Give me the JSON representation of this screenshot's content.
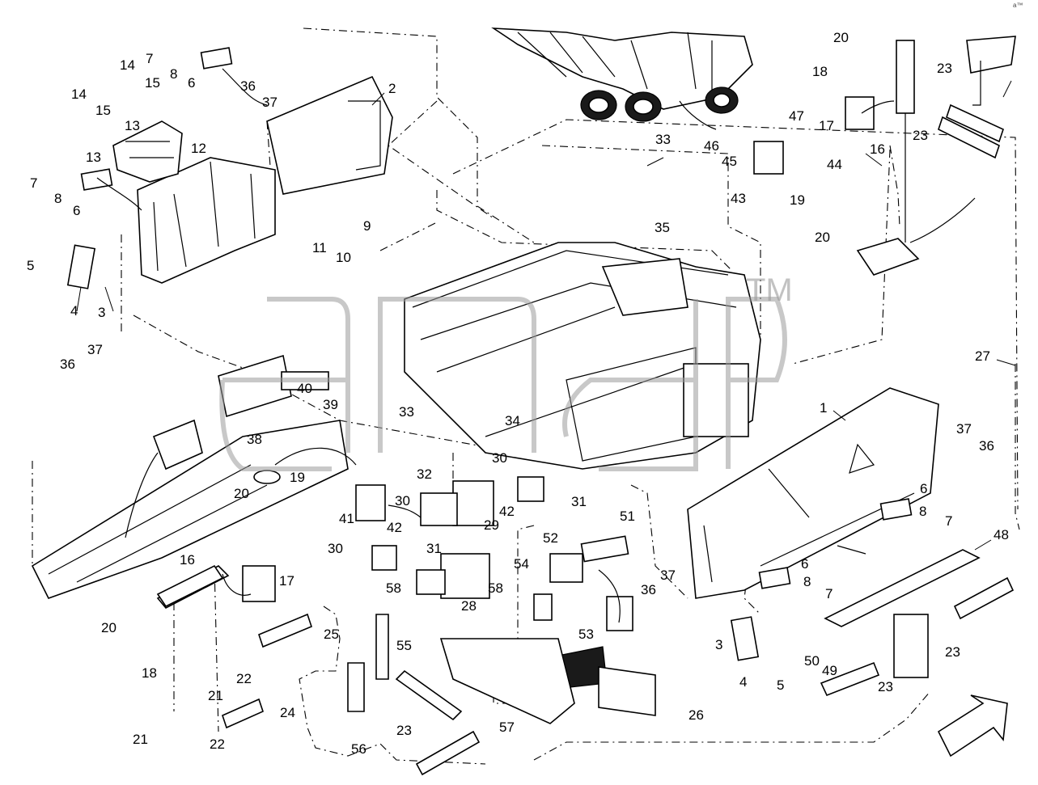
{
  "diagram": {
    "corner_mark": "a™ ",
    "watermark": {
      "brand": "agp",
      "trademark": "TM"
    },
    "callouts": [
      {
        "id": "c-1",
        "text": "1"
      },
      {
        "id": "c-2",
        "text": "2"
      },
      {
        "id": "c-3a",
        "text": "3"
      },
      {
        "id": "c-3b",
        "text": "3"
      },
      {
        "id": "c-4a",
        "text": "4"
      },
      {
        "id": "c-4b",
        "text": "4"
      },
      {
        "id": "c-5a",
        "text": "5"
      },
      {
        "id": "c-5b",
        "text": "5"
      },
      {
        "id": "c-6a",
        "text": "6"
      },
      {
        "id": "c-6b",
        "text": "6"
      },
      {
        "id": "c-6c",
        "text": "6"
      },
      {
        "id": "c-6d",
        "text": "6"
      },
      {
        "id": "c-7a",
        "text": "7"
      },
      {
        "id": "c-7b",
        "text": "7"
      },
      {
        "id": "c-7c",
        "text": "7"
      },
      {
        "id": "c-7d",
        "text": "7"
      },
      {
        "id": "c-8a",
        "text": "8"
      },
      {
        "id": "c-8b",
        "text": "8"
      },
      {
        "id": "c-8c",
        "text": "8"
      },
      {
        "id": "c-8d",
        "text": "8"
      },
      {
        "id": "c-9",
        "text": "9"
      },
      {
        "id": "c-10",
        "text": "10"
      },
      {
        "id": "c-11",
        "text": "11"
      },
      {
        "id": "c-12",
        "text": "12"
      },
      {
        "id": "c-13a",
        "text": "13"
      },
      {
        "id": "c-13b",
        "text": "13"
      },
      {
        "id": "c-14a",
        "text": "14"
      },
      {
        "id": "c-14b",
        "text": "14"
      },
      {
        "id": "c-15a",
        "text": "15"
      },
      {
        "id": "c-15b",
        "text": "15"
      },
      {
        "id": "c-16a",
        "text": "16"
      },
      {
        "id": "c-16b",
        "text": "16"
      },
      {
        "id": "c-17a",
        "text": "17"
      },
      {
        "id": "c-17b",
        "text": "17"
      },
      {
        "id": "c-18a",
        "text": "18"
      },
      {
        "id": "c-18b",
        "text": "18"
      },
      {
        "id": "c-19a",
        "text": "19"
      },
      {
        "id": "c-19b",
        "text": "19"
      },
      {
        "id": "c-20a",
        "text": "20"
      },
      {
        "id": "c-20b",
        "text": "20"
      },
      {
        "id": "c-20c",
        "text": "20"
      },
      {
        "id": "c-20d",
        "text": "20"
      },
      {
        "id": "c-21a",
        "text": "21"
      },
      {
        "id": "c-21b",
        "text": "21"
      },
      {
        "id": "c-22a",
        "text": "22"
      },
      {
        "id": "c-22b",
        "text": "22"
      },
      {
        "id": "c-23a",
        "text": "23"
      },
      {
        "id": "c-23b",
        "text": "23"
      },
      {
        "id": "c-23c",
        "text": "23"
      },
      {
        "id": "c-23d",
        "text": "23"
      },
      {
        "id": "c-23e",
        "text": "23"
      },
      {
        "id": "c-24",
        "text": "24"
      },
      {
        "id": "c-25",
        "text": "25"
      },
      {
        "id": "c-26",
        "text": "26"
      },
      {
        "id": "c-27",
        "text": "27"
      },
      {
        "id": "c-28",
        "text": "28"
      },
      {
        "id": "c-29",
        "text": "29"
      },
      {
        "id": "c-30a",
        "text": "30"
      },
      {
        "id": "c-30b",
        "text": "30"
      },
      {
        "id": "c-30c",
        "text": "30"
      },
      {
        "id": "c-31a",
        "text": "31"
      },
      {
        "id": "c-31b",
        "text": "31"
      },
      {
        "id": "c-32",
        "text": "32"
      },
      {
        "id": "c-33a",
        "text": "33"
      },
      {
        "id": "c-33b",
        "text": "33"
      },
      {
        "id": "c-34",
        "text": "34"
      },
      {
        "id": "c-35",
        "text": "35"
      },
      {
        "id": "c-36a",
        "text": "36"
      },
      {
        "id": "c-36b",
        "text": "36"
      },
      {
        "id": "c-36c",
        "text": "36"
      },
      {
        "id": "c-36d",
        "text": "36"
      },
      {
        "id": "c-37a",
        "text": "37"
      },
      {
        "id": "c-37b",
        "text": "37"
      },
      {
        "id": "c-37c",
        "text": "37"
      },
      {
        "id": "c-37d",
        "text": "37"
      },
      {
        "id": "c-38",
        "text": "38"
      },
      {
        "id": "c-39",
        "text": "39"
      },
      {
        "id": "c-40",
        "text": "40"
      },
      {
        "id": "c-41",
        "text": "41"
      },
      {
        "id": "c-42a",
        "text": "42"
      },
      {
        "id": "c-42b",
        "text": "42"
      },
      {
        "id": "c-43",
        "text": "43"
      },
      {
        "id": "c-44",
        "text": "44"
      },
      {
        "id": "c-45",
        "text": "45"
      },
      {
        "id": "c-46",
        "text": "46"
      },
      {
        "id": "c-47",
        "text": "47"
      },
      {
        "id": "c-48",
        "text": "48"
      },
      {
        "id": "c-49",
        "text": "49"
      },
      {
        "id": "c-50",
        "text": "50"
      },
      {
        "id": "c-51",
        "text": "51"
      },
      {
        "id": "c-52",
        "text": "52"
      },
      {
        "id": "c-53",
        "text": "53"
      },
      {
        "id": "c-54",
        "text": "54"
      },
      {
        "id": "c-55",
        "text": "55"
      },
      {
        "id": "c-56",
        "text": "56"
      },
      {
        "id": "c-57",
        "text": "57"
      },
      {
        "id": "c-58a",
        "text": "58"
      },
      {
        "id": "c-58b",
        "text": "58"
      }
    ]
  }
}
